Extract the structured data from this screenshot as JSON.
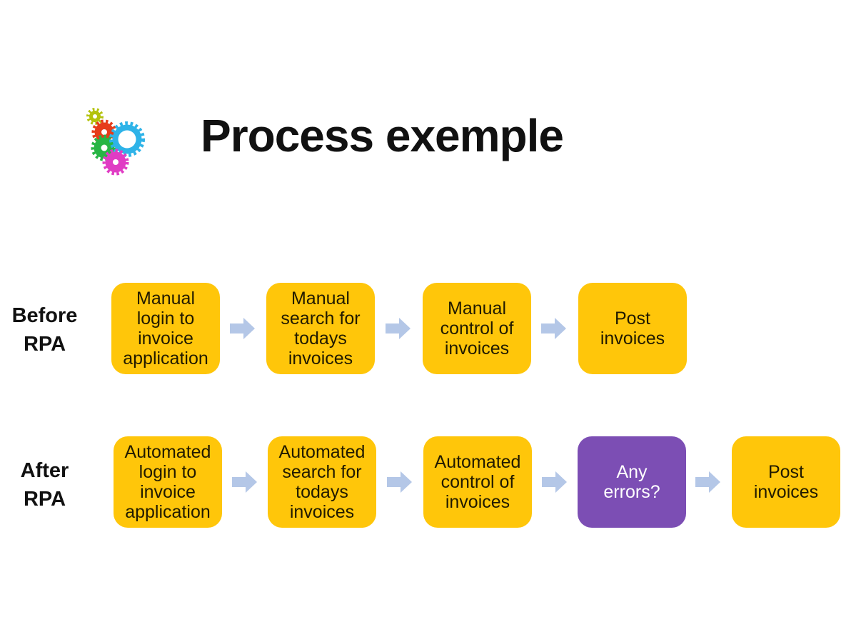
{
  "title": "Process exemple",
  "logo": {
    "icon": "gears-icon"
  },
  "colors": {
    "step_yellow": "#FFC60A",
    "decision_purple": "#7C4EB4",
    "arrow_blue": "#B4C7E7",
    "step_text": "#211A00",
    "decision_text": "#FFFFFF",
    "title_text": "#111111",
    "gear_yellow_green": "#B3C20C",
    "gear_red": "#E63C1A",
    "gear_green": "#28B545",
    "gear_blue": "#2EB3E8",
    "gear_magenta": "#E03CC4"
  },
  "rows": [
    {
      "label": "Before\nRPA",
      "steps": [
        {
          "text": "Manual\nlogin to\ninvoice\napplication",
          "kind": "task"
        },
        {
          "text": "Manual\nsearch for\ntodays\ninvoices",
          "kind": "task"
        },
        {
          "text": "Manual\ncontrol of\ninvoices",
          "kind": "task"
        },
        {
          "text": "Post\ninvoices",
          "kind": "task"
        }
      ]
    },
    {
      "label": "After\nRPA",
      "steps": [
        {
          "text": "Automated\nlogin to\ninvoice\napplication",
          "kind": "task"
        },
        {
          "text": "Automated\nsearch for\ntodays\ninvoices",
          "kind": "task"
        },
        {
          "text": "Automated\ncontrol of\ninvoices",
          "kind": "task"
        },
        {
          "text": "Any\nerrors?",
          "kind": "decision"
        },
        {
          "text": "Post\ninvoices",
          "kind": "task"
        }
      ]
    }
  ]
}
